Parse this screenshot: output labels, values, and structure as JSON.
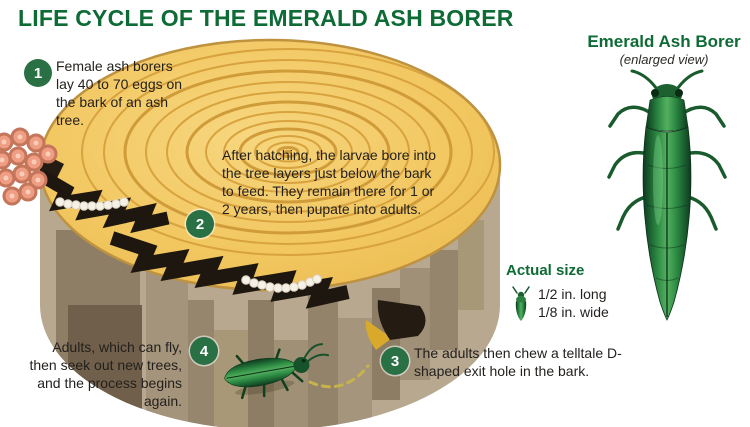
{
  "title": "LIFE CYCLE OF THE EMERALD ASH BORER",
  "steps": [
    {
      "number": "1",
      "text": "Female ash borers lay 40 to 70 eggs on the bark of an ash tree."
    },
    {
      "number": "2",
      "text": "After hatching, the larvae bore into the tree layers just below the bark to feed. They remain there for 1 or 2 years, then pupate into adults."
    },
    {
      "number": "3",
      "text": "The adults then chew a telltale D-shaped exit hole in the bark."
    },
    {
      "number": "4",
      "text": "Adults, which can fly, then seek out new trees, and the process begins again."
    }
  ],
  "side_panel": {
    "heading": "Emerald Ash Borer",
    "subheading": "(enlarged view)",
    "actual_size_label": "Actual size",
    "length_label": "1/2 in. long",
    "width_label": "1/8 in. wide"
  },
  "icons": {
    "tree-stump-illustration": "cut ash log with growth rings and bark",
    "egg-cluster-icon": "cluster of salmon egg circles",
    "larvae-gallery-icon": "black zigzag gallery with white segmented larvae",
    "d-shaped-exit-hole-icon": "dark D-shaped hole with gold wood chip",
    "crawling-beetle-icon": "green metallic adult beetle",
    "flight-path-icon": "dashed curved trail",
    "enlarged-beetle-illustration": "large emerald ash borer, dorsal view",
    "actual-size-beetle-icon": "tiny beetle silhouette"
  },
  "colors": {
    "accent_green": "#0e6b36",
    "badge_green": "#2a7045",
    "wood_face": "#f1c55d",
    "wood_ring": "#d8a33e",
    "bark": "#b7a88f",
    "gallery_black": "#1d1710",
    "egg_salmon": "#ef9e83",
    "beetle_green": "#2c8a43",
    "trail_yellow": "#c6b34b"
  }
}
